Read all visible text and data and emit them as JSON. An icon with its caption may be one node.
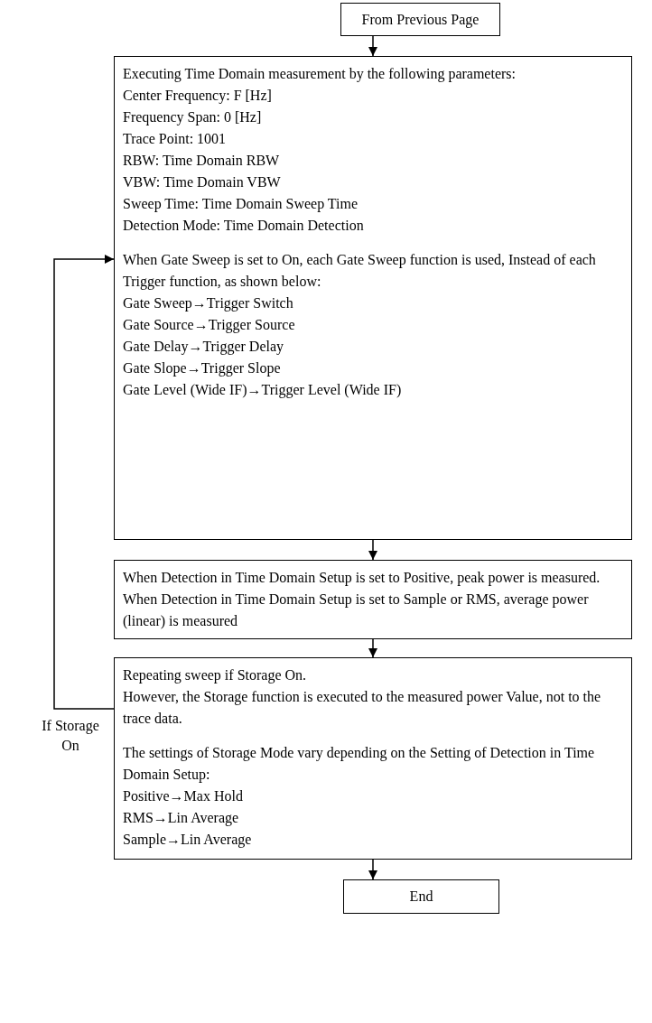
{
  "diagram": {
    "nodes": [
      {
        "text": [
          "From Previous Page"
        ]
      },
      {
        "text": [
          "Executing Time Domain measurement by the following parameters:",
          "Center Frequency: F [Hz]",
          "Frequency Span: 0 [Hz]",
          "Trace Point: 1001",
          "RBW: Time Domain RBW",
          "VBW: Time Domain VBW",
          "Sweep Time: Time Domain Sweep Time",
          "Detection Mode: Time Domain Detection",
          "When Gate Sweep is set to On, each Gate Sweep function is used, Instead of each Trigger function, as shown below:",
          "Gate Sweep→Trigger Switch",
          "Gate Source→Trigger Source",
          "Gate Delay→Trigger Delay",
          "Gate Slope→Trigger Slope",
          "Gate Level (Wide IF)→Trigger Level (Wide IF)"
        ]
      },
      {
        "text": [
          "When Detection in Time Domain Setup is set to Positive, peak power is measured. When Detection in Time Domain Setup is set to Sample or RMS, average power (linear) is measured"
        ]
      },
      {
        "text": [
          "Repeating sweep if Storage On.",
          "However, the Storage function is executed to the measured power Value, not to the trace data.",
          "The settings of Storage Mode vary depending on the Setting of Detection in Time Domain Setup:",
          "Positive→Max Hold",
          "RMS→Lin Average",
          "Sample→Lin Average"
        ]
      },
      {
        "text": [
          "End"
        ]
      }
    ],
    "edges": [
      {
        "from": 0,
        "to": 1,
        "arrow": "to"
      },
      {
        "from": 1,
        "to": 2,
        "arrow": "to"
      },
      {
        "from": 2,
        "to": 3,
        "arrow": "to"
      },
      {
        "from": 3,
        "to": 4,
        "arrow": "to"
      },
      {
        "from": 3,
        "to": 1,
        "arrow": "to",
        "label": "If Storage On"
      }
    ]
  }
}
